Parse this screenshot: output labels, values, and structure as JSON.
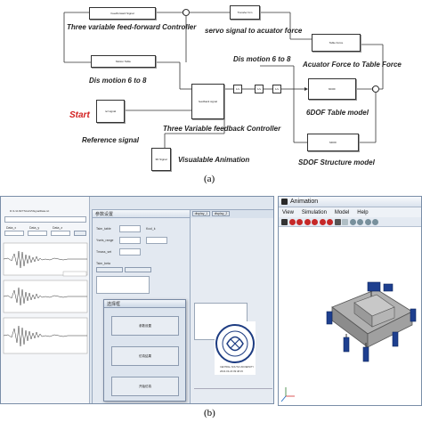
{
  "panel_a": {
    "captions": {
      "ff_controller": "Three variable feed-forward Controller",
      "servo": "servo signal to acuator force",
      "dis_motion_top": "Dis motion  6 to 8",
      "actuator_force": "Acuator Force  to Table Force",
      "dis_motion_left": "Dis motion  6 to 8",
      "start": "Start",
      "reference": "Reference signal",
      "fb_controller": "Three Variable feedback Controller",
      "table_model": "6DOF Table model",
      "visual": "Visualable Animation",
      "structure_model": "SDOF Structure model"
    },
    "block_text": {
      "ff": "Feedforward Signal",
      "transfer": "Transfer Fcn",
      "force": "Force",
      "table_force": "Table Force",
      "motion_table": "Motion Table",
      "generator": "Generator",
      "ref": "ref signal",
      "fb": "feedback signal",
      "integrator1": "Integrator",
      "integrator2": "Integrator",
      "animation": "3D Signal"
    },
    "label": "(a)"
  },
  "panel_b": {
    "gui": {
      "file_path": "D:\\1-\\6-NFTS\\ref\\2\\SignalData.txt",
      "params_title": "参数设置",
      "fields": [
        "Tsim_table",
        "Yseis_range",
        "Tmass_set",
        "Kcol_k",
        "Tsim_beta"
      ],
      "tabs": [
        "display_1",
        "display_2"
      ],
      "mini_headers": [
        "Data_x",
        "Data_y",
        "Data_z"
      ],
      "dialog_title": "选择框",
      "dialog_buttons": [
        "参数设置",
        "仿真结果",
        "开始仿真"
      ],
      "logo_text": "CENTRAL SOUTH UNIVERSITY",
      "date": "2016-03-20 09:48:15"
    },
    "anim": {
      "title": "Animation",
      "menu": [
        "View",
        "Simulation",
        "Model",
        "Help"
      ]
    },
    "label": "(b)"
  }
}
